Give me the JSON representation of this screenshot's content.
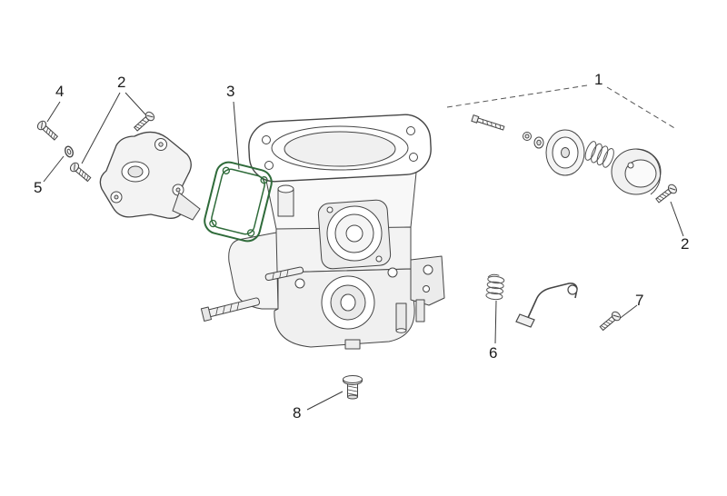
{
  "diagram": {
    "callouts": [
      {
        "label": "1"
      },
      {
        "label": "2"
      },
      {
        "label": "2"
      },
      {
        "label": "3"
      },
      {
        "label": "4"
      },
      {
        "label": "5"
      },
      {
        "label": "6"
      },
      {
        "label": "7"
      },
      {
        "label": "8"
      }
    ]
  },
  "colors": {
    "background": "#ffffff",
    "line_art": "#454545",
    "gasket_outline": "#2f6b3a",
    "label_text": "#1c1c1c"
  }
}
